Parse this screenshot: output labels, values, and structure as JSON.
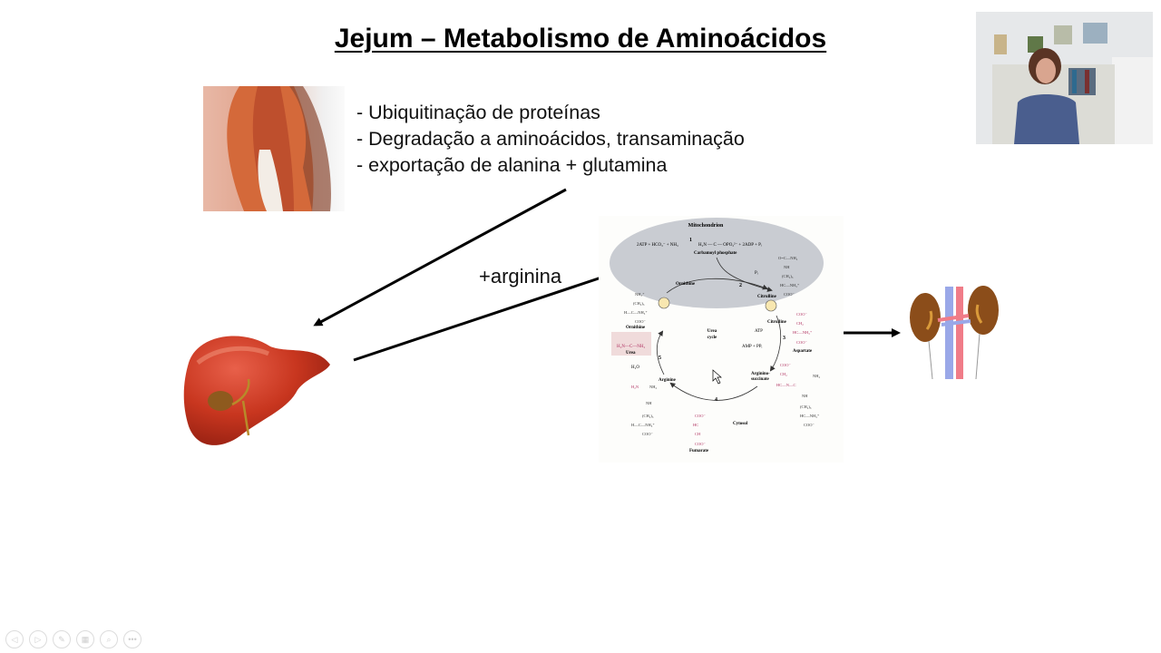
{
  "slide": {
    "title": "Jejum – Metabolismo de Aminoácidos",
    "bullets": [
      "- Ubiquitinação de proteínas",
      "- Degradação a aminoácidos, transaminação",
      "- exportação de alanina + glutamina"
    ],
    "arrow_label": "+arginina",
    "images": {
      "muscle": "muscle-illustration",
      "liver": "liver-illustration",
      "kidney": "kidney-illustration",
      "webcam": "presenter-webcam-feed"
    }
  },
  "urea_cycle": {
    "compartment_top": "Mitochondrion",
    "compartment_bottom": "Cytosol",
    "center_label_1": "Urea",
    "center_label_2": "cycle",
    "reaction_1": "2ATP + HCO₃⁻ + NH₃",
    "product_1": "H₂N — C — OPO₃²⁻ + 2ADP + Pᵢ",
    "carbamoyl": "Carbamoyl phosphate",
    "ornithine": "Ornithine",
    "citrulline_mito": "Citrulline",
    "citrulline_cyto": "Citrulline",
    "pi": "Pᵢ",
    "atp": "ATP",
    "amp": "AMP + PPᵢ",
    "aspartate": "Aspartate",
    "argininosuccinate_1": "Arginino-",
    "argininosuccinate_2": "succinate",
    "arginine": "Arginine",
    "fumarate": "Fumarate",
    "urea": "Urea",
    "h2o": "H₂O",
    "steps": [
      "1",
      "2",
      "3",
      "4",
      "5"
    ]
  },
  "controls": {
    "icons": [
      "previous-icon",
      "next-icon",
      "pen-icon",
      "slides-icon",
      "zoom-icon",
      "more-icon"
    ],
    "more_label": "•••"
  }
}
